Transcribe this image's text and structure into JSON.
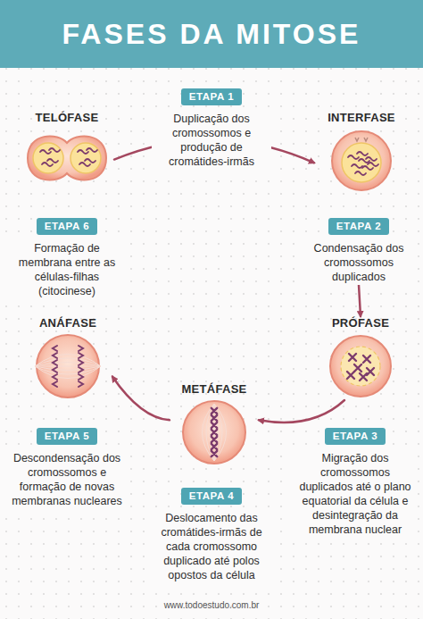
{
  "diagram": {
    "title": "FASES DA MITOSE",
    "nodes": [
      {
        "text": [
          "TELÓFASE"
        ]
      },
      {
        "text": [
          "ETAPA 1",
          "Duplicação dos cromossomos e produção de cromátides-irmãs"
        ]
      },
      {
        "text": [
          "INTERFASE"
        ]
      },
      {
        "text": [
          "ETAPA 6",
          "Formação de membrana entre as células-filhas (citocinese)"
        ]
      },
      {
        "text": [
          "ETAPA 2",
          "Condensação dos cromossomos duplicados"
        ]
      },
      {
        "text": [
          "ANÁFASE"
        ]
      },
      {
        "text": [
          "PRÓFASE"
        ]
      },
      {
        "text": [
          "METÁFASE"
        ]
      },
      {
        "text": [
          "ETAPA 5",
          "Descondensação dos cromossomos e formação de novas membranas nucleares"
        ]
      },
      {
        "text": [
          "ETAPA 3",
          "Migração dos cromossomos duplicados até o plano equatorial da célula e desintegração da membrana nuclear"
        ]
      },
      {
        "text": [
          "ETAPA 4",
          "Deslocamento das cromátides-irmãs de cada cromossomo duplicado até polos opostos da célula"
        ]
      }
    ],
    "edges": [
      {
        "from": 0,
        "to": 2,
        "arrow": "to"
      },
      {
        "from": 4,
        "to": 6,
        "arrow": "to"
      },
      {
        "from": 6,
        "to": 7,
        "arrow": "to"
      },
      {
        "from": 7,
        "to": 5,
        "arrow": "to"
      }
    ],
    "labels": [
      "www.todoestudo.com.br"
    ]
  }
}
